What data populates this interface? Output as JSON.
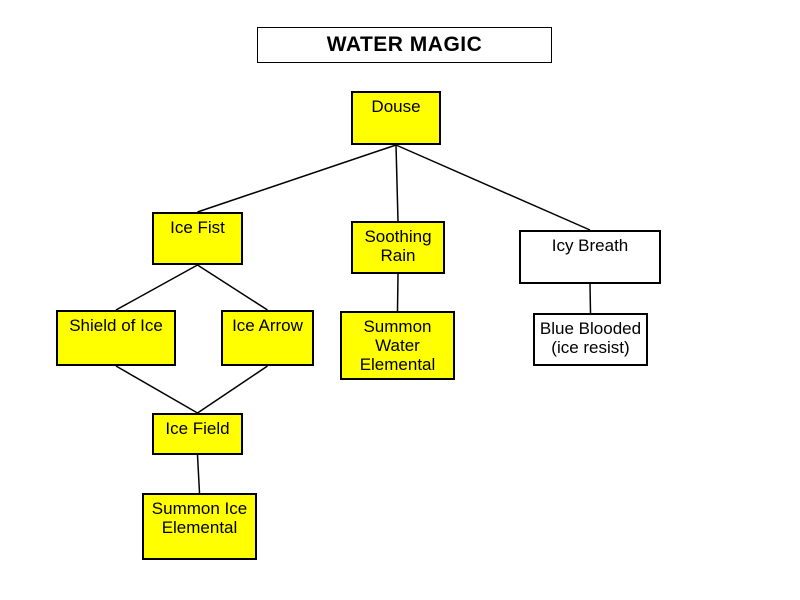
{
  "diagram": {
    "title": "WATER MAGIC",
    "nodes": {
      "douse": {
        "label": "Douse",
        "lines": [
          "Douse"
        ],
        "fill": "yellow"
      },
      "ice-fist": {
        "label": "Ice Fist",
        "lines": [
          "Ice Fist"
        ],
        "fill": "yellow"
      },
      "soothing-rain": {
        "label": "Soothing Rain",
        "lines": [
          "Soothing",
          "Rain"
        ],
        "fill": "yellow"
      },
      "icy-breath": {
        "label": "Icy Breath",
        "lines": [
          "Icy Breath"
        ],
        "fill": "white"
      },
      "shield-of-ice": {
        "label": "Shield of Ice",
        "lines": [
          "Shield of Ice"
        ],
        "fill": "yellow"
      },
      "ice-arrow": {
        "label": "Ice Arrow",
        "lines": [
          "Ice Arrow"
        ],
        "fill": "yellow"
      },
      "summon-water-elemental": {
        "label": "Summon Water Elemental",
        "lines": [
          "Summon",
          "Water",
          "Elemental"
        ],
        "fill": "yellow"
      },
      "blue-blooded": {
        "label": "Blue Blooded (ice resist)",
        "lines": [
          "Blue Blooded",
          "(ice resist)"
        ],
        "fill": "white"
      },
      "ice-field": {
        "label": "Ice Field",
        "lines": [
          "Ice Field"
        ],
        "fill": "yellow"
      },
      "summon-ice-elemental": {
        "label": "Summon Ice Elemental",
        "lines": [
          "Summon Ice",
          "Elemental"
        ],
        "fill": "yellow"
      }
    },
    "edges": [
      {
        "from": "douse",
        "to": "ice-fist"
      },
      {
        "from": "douse",
        "to": "soothing-rain"
      },
      {
        "from": "douse",
        "to": "icy-breath"
      },
      {
        "from": "ice-fist",
        "to": "shield-of-ice"
      },
      {
        "from": "ice-fist",
        "to": "ice-arrow"
      },
      {
        "from": "shield-of-ice",
        "to": "ice-field"
      },
      {
        "from": "ice-arrow",
        "to": "ice-field"
      },
      {
        "from": "ice-field",
        "to": "summon-ice-elemental"
      },
      {
        "from": "soothing-rain",
        "to": "summon-water-elemental"
      },
      {
        "from": "icy-breath",
        "to": "blue-blooded"
      }
    ]
  },
  "colors": {
    "node_yellow": "#ffff00",
    "node_white": "#ffffff",
    "border": "#000000",
    "edge_line": "#000000",
    "background": "#ffffff"
  }
}
